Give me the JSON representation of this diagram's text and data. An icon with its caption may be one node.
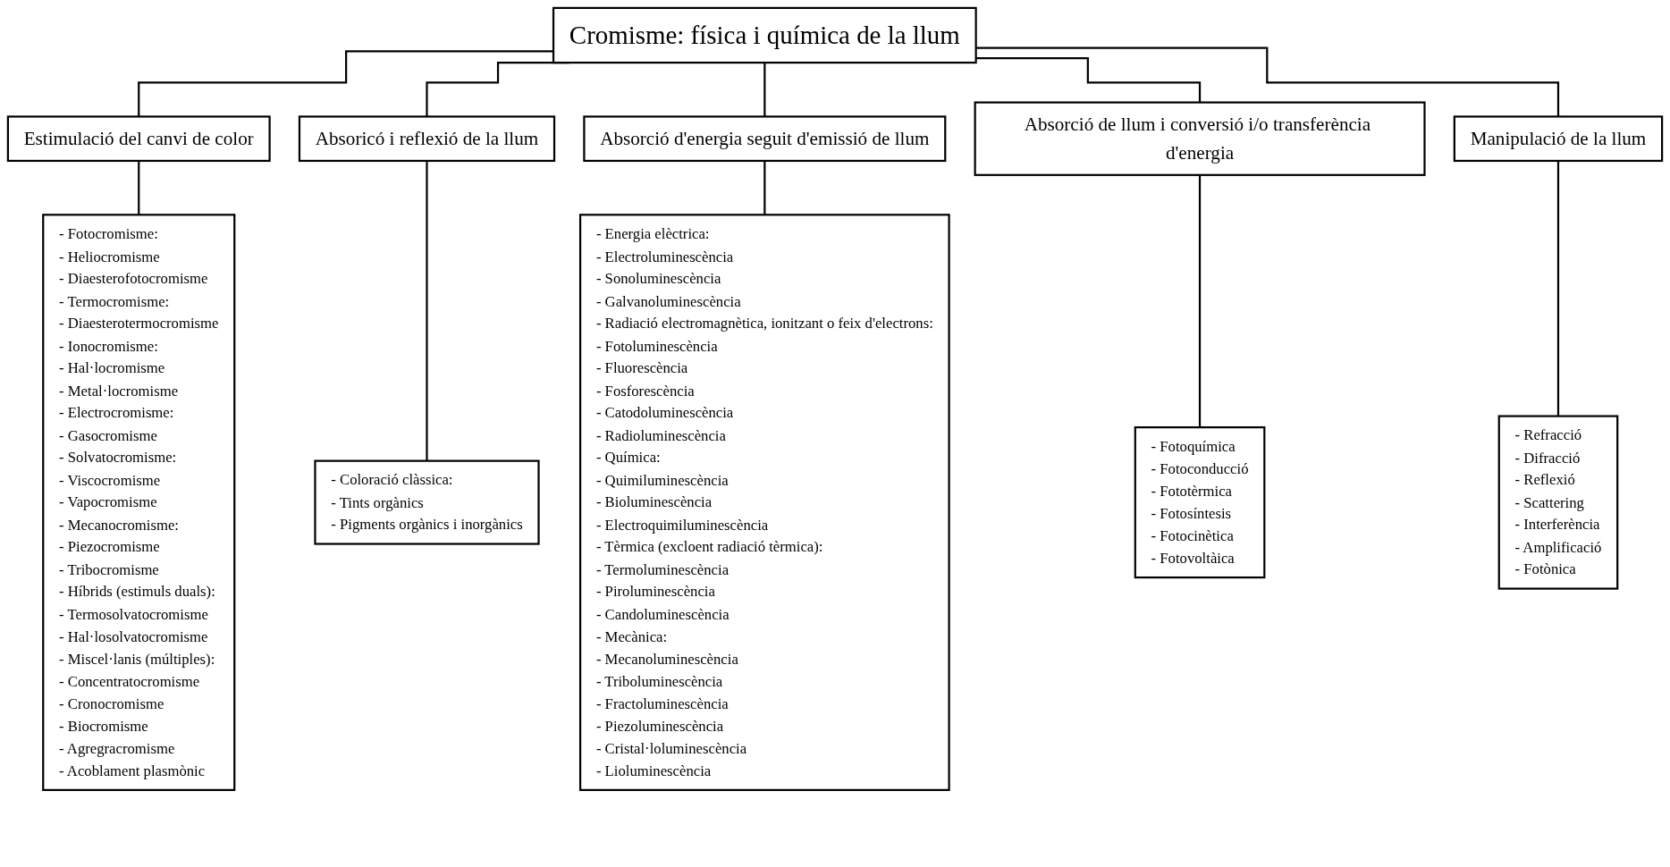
{
  "diagram": {
    "nodes": [
      {
        "text": [
          "Cromisme: física i química de la llum"
        ]
      },
      {
        "text": [
          "Estimulació del canvi de color"
        ]
      },
      {
        "text": [
          "Absoricó i reflexió de la llum"
        ]
      },
      {
        "text": [
          "Absorció d'energia seguit d'emissió de llum"
        ]
      },
      {
        "text": [
          "Absorció de llum i conversió i/o transferència d'energia"
        ]
      },
      {
        "text": [
          "Manipulació de la llum"
        ]
      },
      {
        "text": [
          "- Fotocromisme:",
          "- Heliocromisme",
          "- Diaesterofotocromisme",
          "- Termocromisme:",
          "- Diaesterotermocromisme",
          "- Ionocromisme:",
          "- Hal·locromisme",
          "- Metal·locromisme",
          "- Electrocromisme:",
          "- Gasocromisme",
          "- Solvatocromisme:",
          "- Viscocromisme",
          "- Vapocromisme",
          "- Mecanocromisme:",
          "- Piezocromisme",
          "- Tribocromisme",
          "- Híbrids (estimuls duals):",
          "- Termosolvatocromisme",
          "- Hal·losolvatocromisme",
          "- Miscel·lanis (múltiples):",
          "- Concentratocromisme",
          "- Cronocromisme",
          "- Biocromisme",
          "- Agregracromisme",
          "- Acoblament plasmònic"
        ]
      },
      {
        "text": [
          "- Coloració clàssica:",
          "- Tints orgànics",
          "- Pigments orgànics i inorgànics"
        ]
      },
      {
        "text": [
          "- Energia elèctrica:",
          "- Electroluminescència",
          "- Sonoluminescència",
          "- Galvanoluminescència",
          "- Radiació electromagnètica, ionitzant o feix d'electrons:",
          "- Fotoluminescència",
          "- Fluorescència",
          "- Fosforescència",
          "- Catodoluminescència",
          "- Radioluminescència",
          "- Química:",
          "- Quimiluminescència",
          "- Bioluminescència",
          "- Electroquimiluminescència",
          "- Tèrmica (excloent radiació tèrmica):",
          "- Termoluminescència",
          "- Piroluminescència",
          "- Candoluminescència",
          "- Mecànica:",
          "- Mecanoluminescència",
          "- Triboluminescència",
          "- Fractoluminescència",
          "- Piezoluminescència",
          "- Cristal·loluminescència",
          "- Lioluminescència"
        ]
      },
      {
        "text": [
          "- Fotoquímica",
          "- Fotoconducció",
          "- Fototèrmica",
          "- Fotosíntesis",
          "- Fotocinètica",
          "- Fotovoltàica"
        ]
      },
      {
        "text": [
          "- Refracció",
          "- Difracció",
          "- Reflexió",
          "- Scattering",
          "- Interferència",
          "- Amplificació",
          "- Fotònica"
        ]
      }
    ],
    "edges": [
      {
        "from": 0,
        "to": 1,
        "arrow": "none"
      },
      {
        "from": 0,
        "to": 2,
        "arrow": "none"
      },
      {
        "from": 0,
        "to": 3,
        "arrow": "none"
      },
      {
        "from": 0,
        "to": 4,
        "arrow": "none"
      },
      {
        "from": 0,
        "to": 5,
        "arrow": "none"
      },
      {
        "from": 1,
        "to": 6,
        "arrow": "none"
      },
      {
        "from": 2,
        "to": 7,
        "arrow": "none"
      },
      {
        "from": 3,
        "to": 8,
        "arrow": "none"
      },
      {
        "from": 4,
        "to": 9,
        "arrow": "none"
      },
      {
        "from": 5,
        "to": 10,
        "arrow": "none"
      }
    ]
  }
}
